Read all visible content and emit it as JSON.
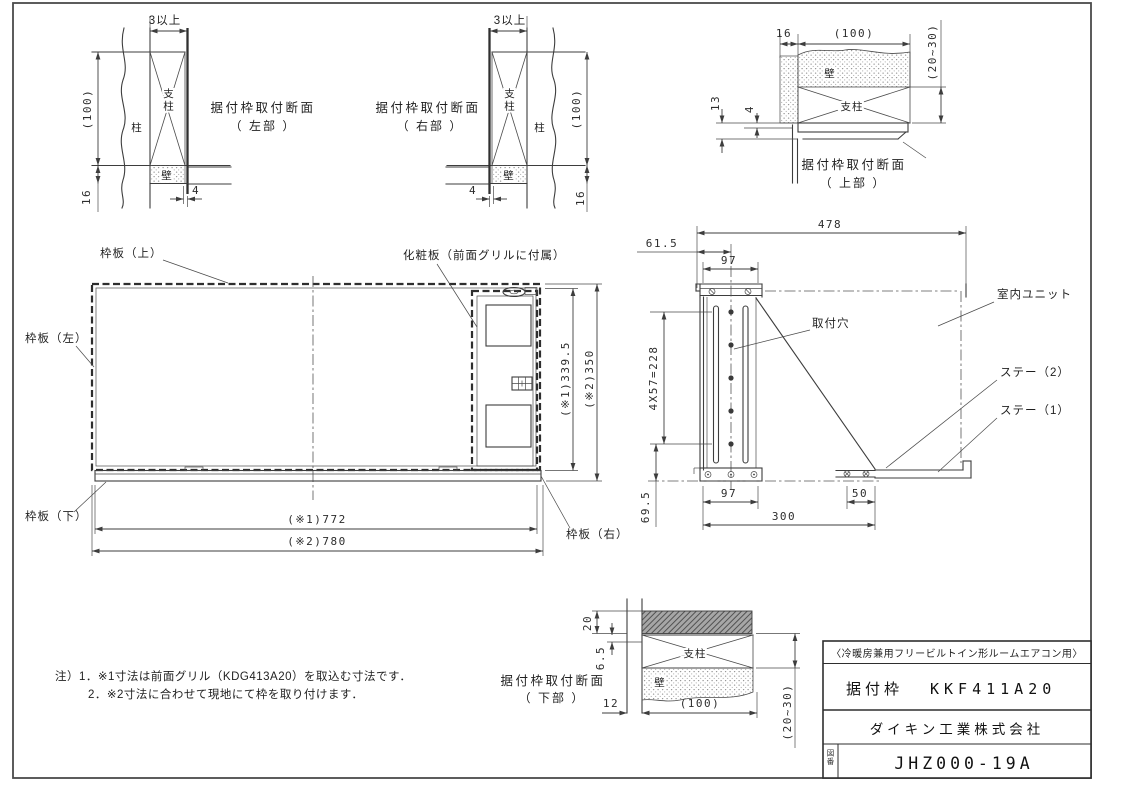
{
  "drawing": {
    "section_left": {
      "title": "据付枠取付断面",
      "subtitle": "（ 左部 ）",
      "pillar": "柱",
      "stud": "支柱",
      "wall": "壁",
      "dim_gap": "3以上",
      "dim_width": "(100)",
      "dim_16": "16",
      "dim_4": "4"
    },
    "section_right": {
      "title": "据付枠取付断面",
      "subtitle": "（ 右部 ）",
      "pillar": "柱",
      "stud": "支柱",
      "wall": "壁",
      "dim_gap": "3以上",
      "dim_width": "(100)",
      "dim_16": "16",
      "dim_4": "4"
    },
    "section_top": {
      "title": "据付枠取付断面",
      "subtitle": "（ 上部 ）",
      "stud": "支柱",
      "wall": "壁",
      "dim_16": "16",
      "dim_100": "(100)",
      "dim_depth": "(20~30)",
      "dim_13": "13",
      "dim_4": "4"
    },
    "front_view": {
      "label_top": "枠板（上）",
      "label_left": "枠板（左）",
      "label_bottom": "枠板（下）",
      "label_right": "枠板（右）",
      "label_panel": "化粧板（前面グリルに付属）",
      "dim_h1": "(※1)339.5",
      "dim_h2": "(※2)350",
      "dim_w1": "(※1)772",
      "dim_w2": "(※2)780"
    },
    "side_view": {
      "label_unit": "室内ユニット",
      "label_hole": "取付穴",
      "label_stay2": "ステー（2）",
      "label_stay1": "ステー（1）",
      "dim_478": "478",
      "dim_615": "61.5",
      "dim_97_top": "97",
      "dim_holes": "4X57=228",
      "dim_695": "69.5",
      "dim_97_bottom": "97",
      "dim_50": "50",
      "dim_300": "300"
    },
    "section_bottom": {
      "title": "据付枠取付断面",
      "subtitle": "（ 下部 ）",
      "stud": "支柱",
      "wall": "壁",
      "dim_20": "20",
      "dim_65": "6.5",
      "dim_12": "12",
      "dim_100": "(100)",
      "dim_depth": "(20~30)"
    },
    "notes": {
      "line1": "注）1．※1寸法は前面グリル（KDG413A20）を取込む寸法です．",
      "line2": "2．※2寸法に合わせて現地にて枠を取り付けます．"
    },
    "title_block": {
      "usage": "〈冷暖房兼用フリービルトイン形ルームエアコン用〉",
      "part_name": "据付枠",
      "model": "KKF411A20",
      "company": "ダイキン工業株式会社",
      "drawing_no_label": "図番",
      "drawing_no": "JHZ000-19A"
    }
  }
}
